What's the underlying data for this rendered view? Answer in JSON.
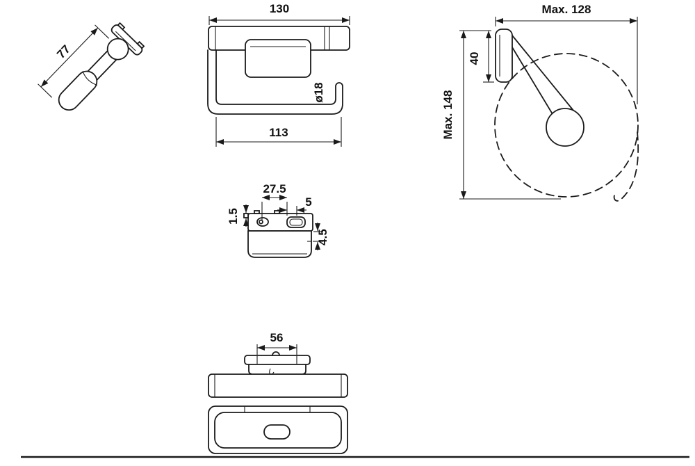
{
  "colors": {
    "line": "#1a1a1a",
    "background": "#ffffff"
  },
  "views": {
    "iso": {
      "arm_length": "77"
    },
    "front": {
      "overall_width": "130",
      "inner_width": "113",
      "bar_diameter": "ø18"
    },
    "side": {
      "max_depth": "Max. 128",
      "plate_height": "40",
      "max_height": "Max. 148"
    },
    "plate_top": {
      "hole_spacing": "27.5",
      "slot_width": "5",
      "tab_thickness": "1.5",
      "edge_depth": "4.5"
    },
    "bottom": {
      "plate_width": "56"
    }
  }
}
